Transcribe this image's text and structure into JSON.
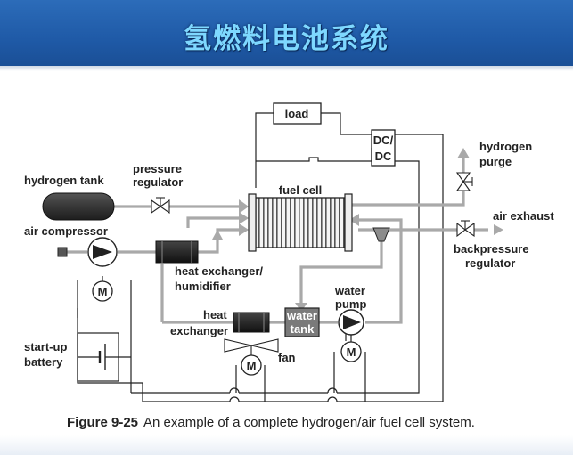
{
  "header": {
    "title": "氢燃料电池系统"
  },
  "diagram": {
    "labels": {
      "load": "load",
      "dcdc_line1": "DC/",
      "dcdc_line2": "DC",
      "hydrogen_purge_1": "hydrogen",
      "hydrogen_purge_2": "purge",
      "hydrogen_tank": "hydrogen tank",
      "pressure_regulator_1": "pressure",
      "pressure_regulator_2": "regulator",
      "fuel_cell": "fuel cell",
      "air_compressor": "air compressor",
      "air_exhaust": "air exhaust",
      "backpressure_regulator_1": "backpressure",
      "backpressure_regulator_2": "regulator",
      "heat_exchanger_humidifier_1": "heat exchanger/",
      "heat_exchanger_humidifier_2": "humidifier",
      "heat_exchanger_1": "heat",
      "heat_exchanger_2": "exchanger",
      "water_tank_1": "water",
      "water_tank_2": "tank",
      "water_pump_1": "water",
      "water_pump_2": "pump",
      "fan": "fan",
      "startup_battery_1": "start-up",
      "startup_battery_2": "battery",
      "motor_symbol": "M"
    }
  },
  "caption": {
    "figure_number": "Figure 9-25",
    "text": "An example of a complete hydrogen/air fuel cell system."
  }
}
